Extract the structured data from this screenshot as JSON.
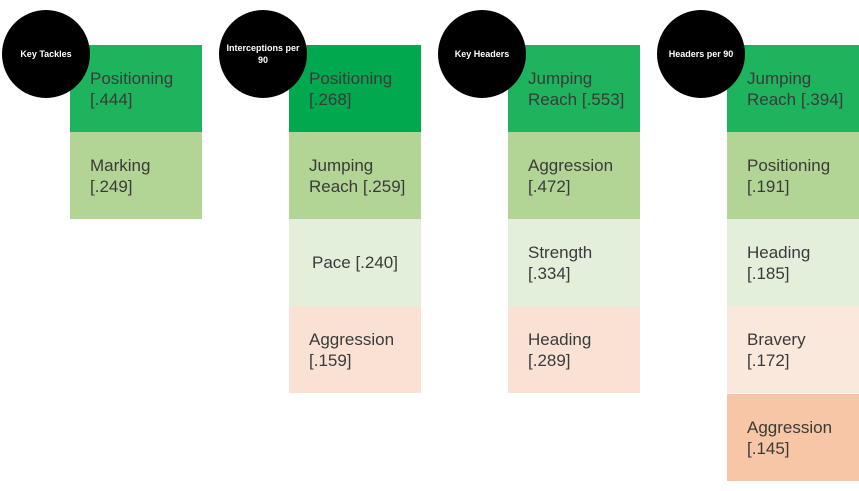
{
  "colors": {
    "strong_green": "#1eb45d",
    "darkest_green": "#00a94e",
    "light_green": "#b2d596",
    "pale_green": "#e3efdb",
    "pale_peach": "#f9e2d4",
    "lighter_peach": "#fbe8dc",
    "orange": "#f6c6a6"
  },
  "columns": [
    {
      "title": "Key Tackles",
      "items": [
        {
          "label": "Positioning\n[.444]"
        },
        {
          "label": "Marking\n[.249]"
        }
      ]
    },
    {
      "title": "Interceptions per 90",
      "items": [
        {
          "label": "Positioning\n[.268]"
        },
        {
          "label": "Jumping\nReach [.259]"
        },
        {
          "label": "Pace [.240]"
        },
        {
          "label": "Aggression\n[.159]"
        }
      ]
    },
    {
      "title": "Key Headers",
      "items": [
        {
          "label": "Jumping\nReach [.553]"
        },
        {
          "label": "Aggression\n[.472]"
        },
        {
          "label": "Strength\n[.334]"
        },
        {
          "label": "Heading\n[.289]"
        }
      ]
    },
    {
      "title": "Headers per 90",
      "items": [
        {
          "label": "Jumping\nReach [.394]"
        },
        {
          "label": "Positioning\n[.191]"
        },
        {
          "label": "Heading\n[.185]"
        },
        {
          "label": "Bravery\n[.172]"
        },
        {
          "label": "Aggression\n[.145]"
        }
      ]
    }
  ]
}
